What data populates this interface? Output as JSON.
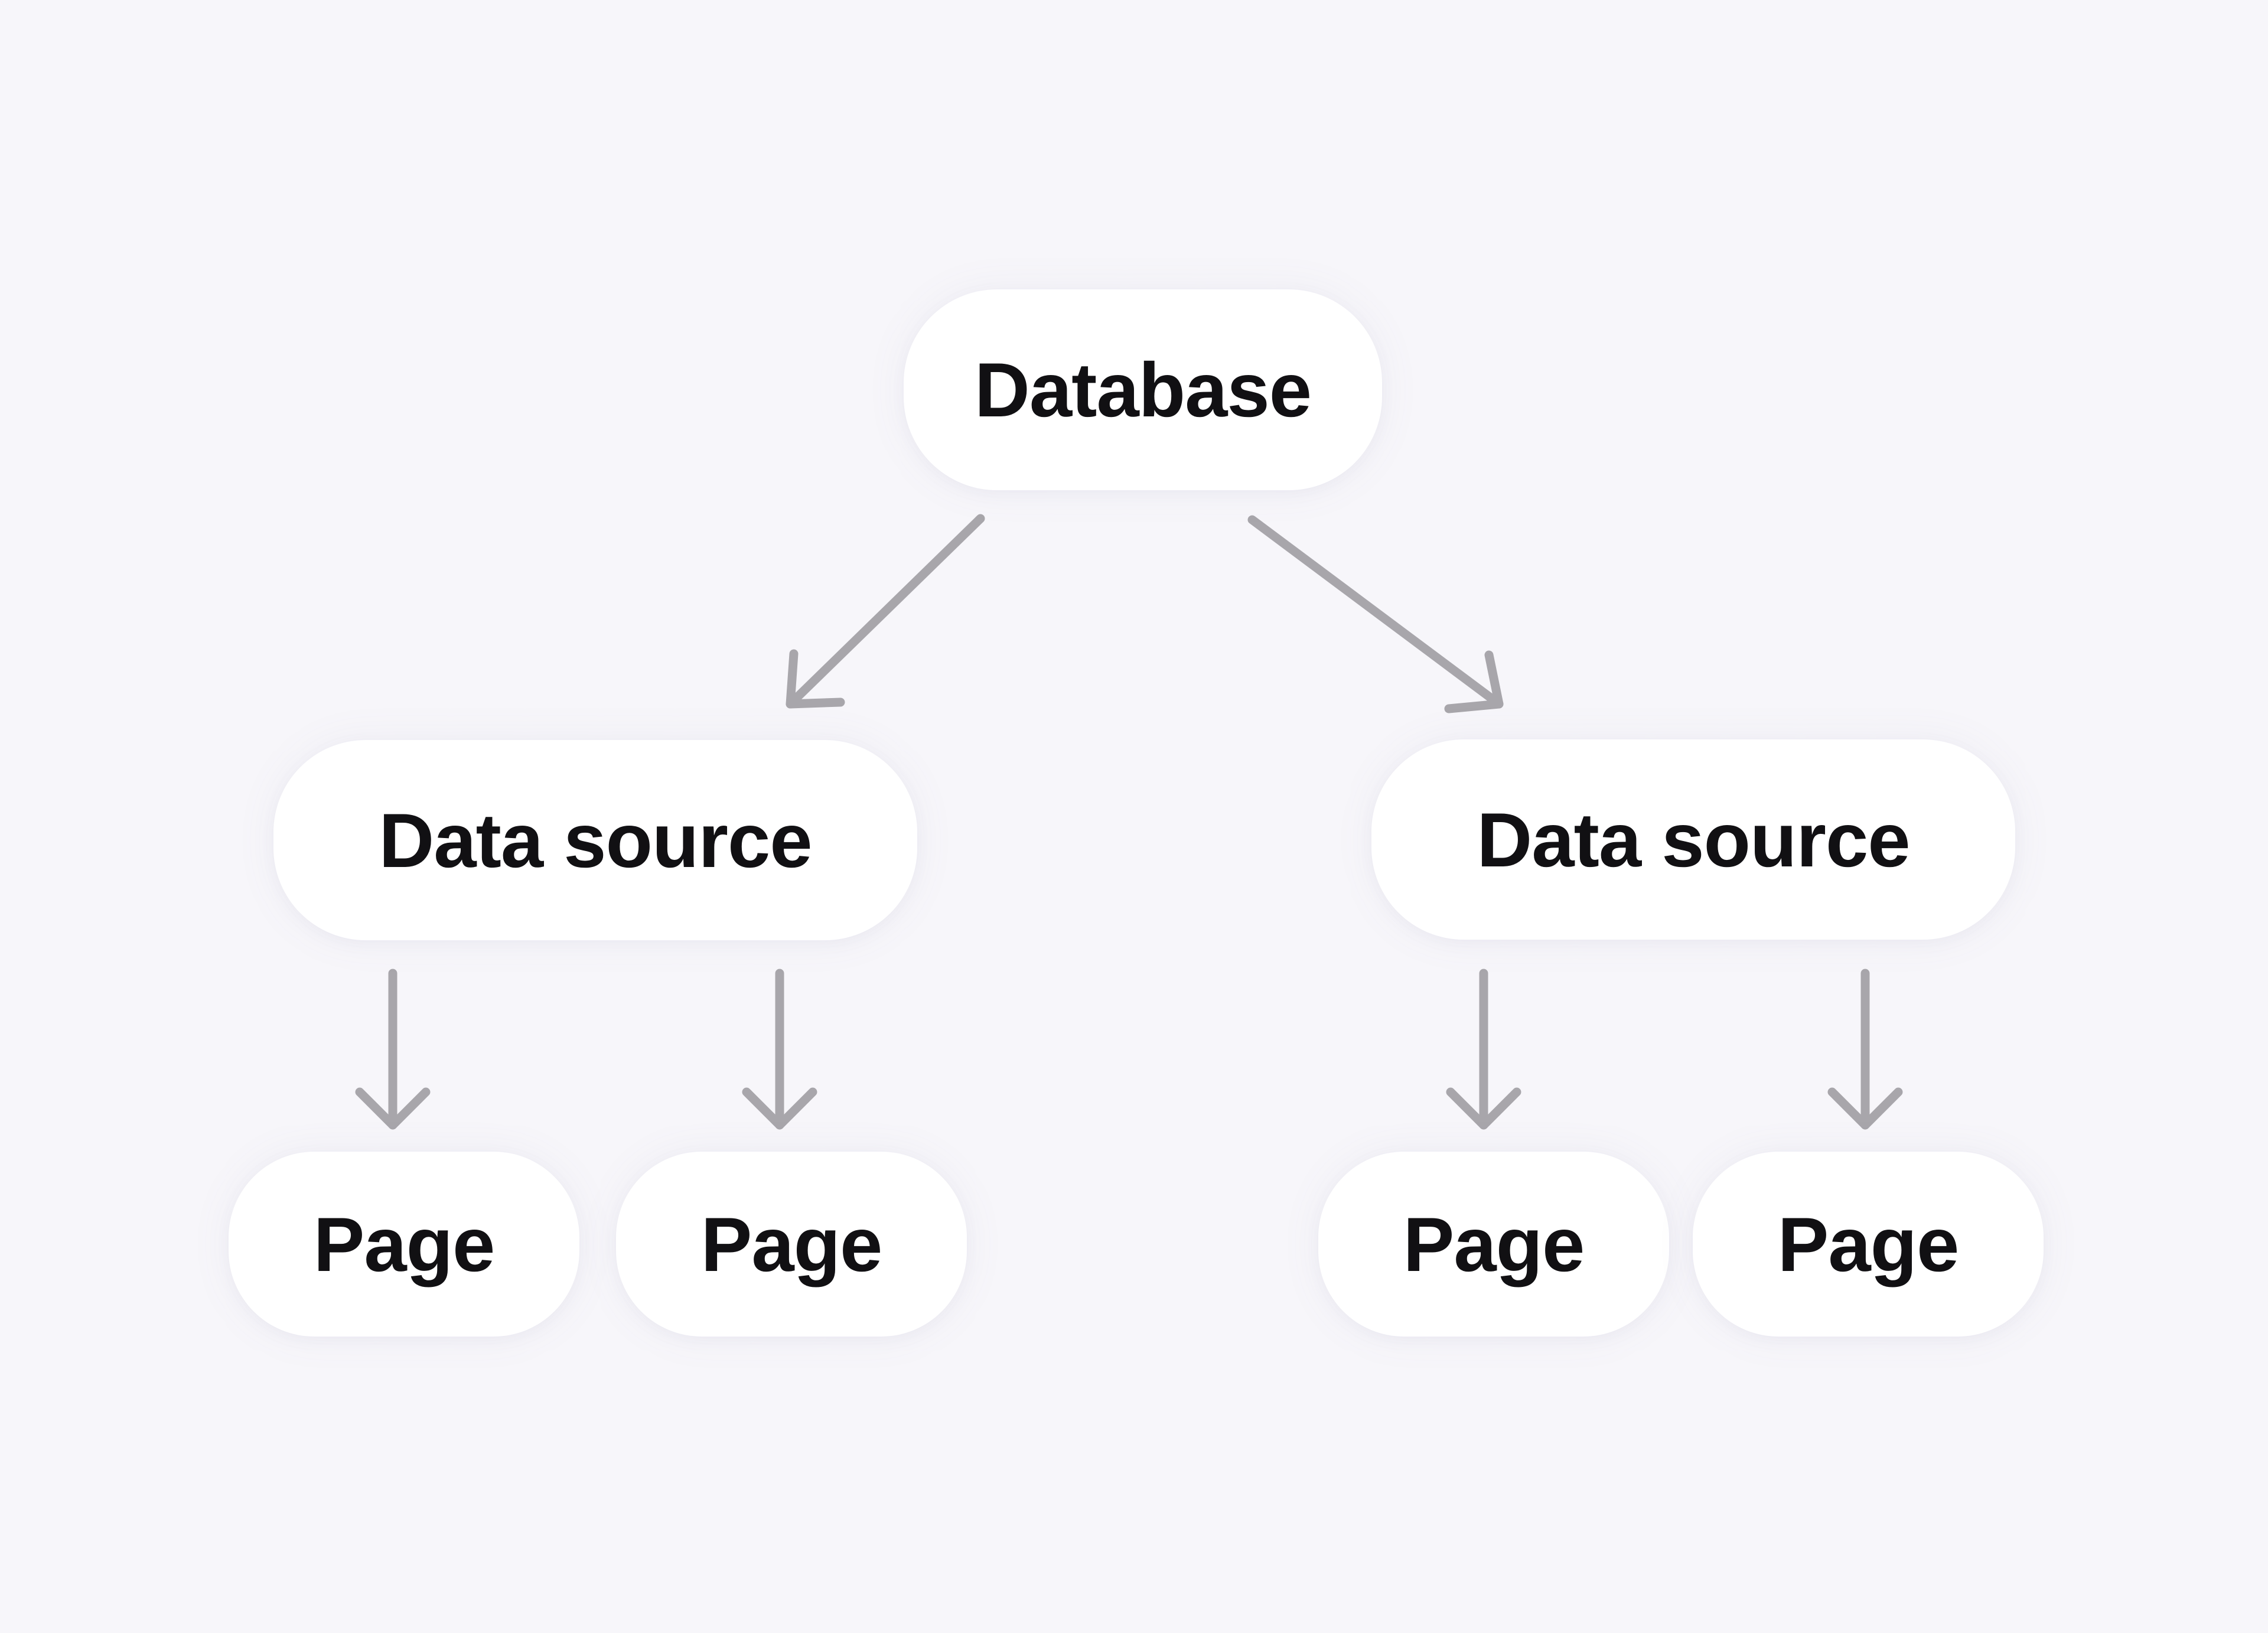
{
  "diagram": {
    "title": "Notion-style database to pages hierarchy",
    "colors": {
      "background": "#F7F6FA",
      "node_fill": "#FFFFFF",
      "text": "#111013",
      "arrow": "#A8A6AB"
    },
    "nodes": [
      {
        "id": "database",
        "label": "Database",
        "level": 0
      },
      {
        "id": "datasource-left",
        "label": "Data source",
        "level": 1
      },
      {
        "id": "datasource-right",
        "label": "Data source",
        "level": 1
      },
      {
        "id": "page-1",
        "label": "Page",
        "level": 2
      },
      {
        "id": "page-2",
        "label": "Page",
        "level": 2
      },
      {
        "id": "page-3",
        "label": "Page",
        "level": 2
      },
      {
        "id": "page-4",
        "label": "Page",
        "level": 2
      }
    ],
    "edges": [
      {
        "from": "database",
        "to": "datasource-left"
      },
      {
        "from": "database",
        "to": "datasource-right"
      },
      {
        "from": "datasource-left",
        "to": "page-1"
      },
      {
        "from": "datasource-left",
        "to": "page-2"
      },
      {
        "from": "datasource-right",
        "to": "page-3"
      },
      {
        "from": "datasource-right",
        "to": "page-4"
      }
    ]
  }
}
